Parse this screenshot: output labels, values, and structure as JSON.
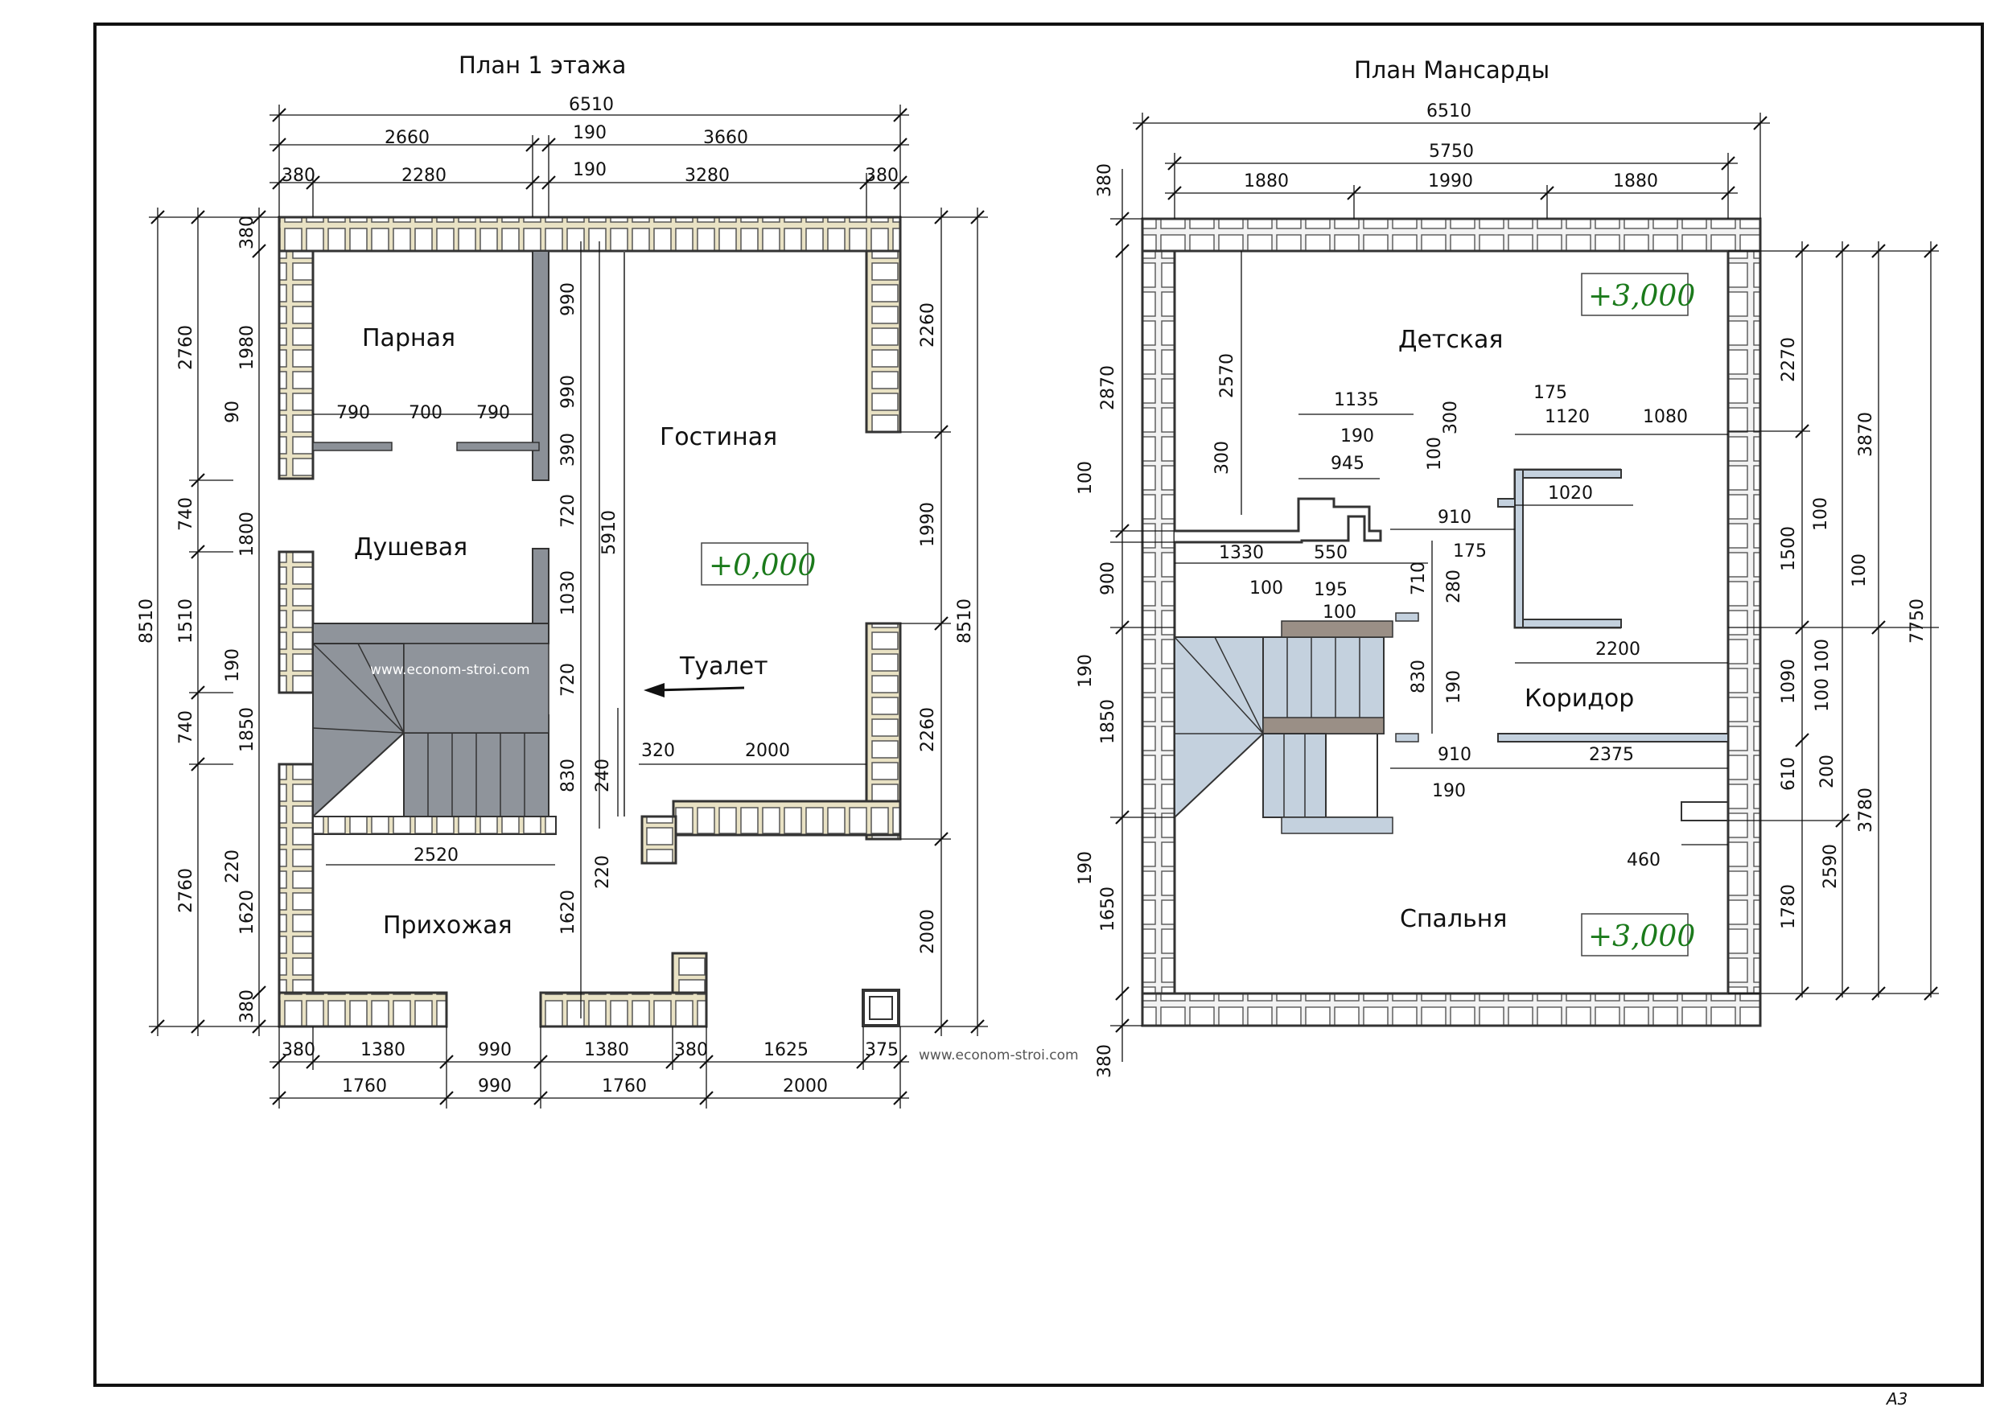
{
  "sheet": {
    "format": "А3",
    "watermark": "www.econom-stroi.com"
  },
  "colors": {
    "wall_block": "#e9e2c4",
    "wall_outline": "#333333",
    "partition": "#8b9097",
    "stair_ground": "#8f949b",
    "stair_attic": "#c4d1de",
    "level_mark": "#1b7a1b"
  },
  "icons": {
    "arrow": "left-arrow-icon"
  },
  "plan1": {
    "title": "План 1 этажа",
    "level": "+0,000",
    "rooms": {
      "sauna": "Парная",
      "shower": "Душевая",
      "living": "Гостиная",
      "toilet": "Туалет",
      "hall": "Прихожая"
    },
    "dims": {
      "top_total": "6510",
      "top_a": "2660",
      "top_b": "190",
      "top_c": "3660",
      "top_d": "380",
      "top_e": "2280",
      "top_f": "190",
      "top_g": "3280",
      "top_h": "380",
      "left_total": "8510",
      "left_a": "2760",
      "left_b": "740",
      "left_c": "1510",
      "left_d": "740",
      "left_e": "2760",
      "left_f": "380",
      "left_g": "1980",
      "left_h": "90",
      "left_i": "1800",
      "left_j": "190",
      "left_k": "1850",
      "left_l": "220",
      "left_m": "1620",
      "left_n": "380",
      "sauna_a": "790",
      "sauna_b": "700",
      "sauna_c": "790",
      "mid_a": "990",
      "mid_b": "990",
      "mid_c": "390",
      "mid_d": "720",
      "mid_e": "1030",
      "mid_f": "720",
      "mid_g": "830",
      "mid_h": "1620",
      "mid_i": "5910",
      "mid_j": "240",
      "mid_k": "220",
      "stair_w": "2520",
      "toilet_a": "320",
      "toilet_b": "2000",
      "right_total": "8510",
      "right_a": "2260",
      "right_b": "1990",
      "right_c": "2260",
      "right_d": "2000",
      "bottom_a": "380",
      "bottom_b": "1380",
      "bottom_c": "990",
      "bottom_d": "1380",
      "bottom_e": "380",
      "bottom_f": "1625",
      "bottom_g": "375",
      "bottom_h": "1760",
      "bottom_i": "990",
      "bottom_j": "1760",
      "bottom_k": "2000"
    }
  },
  "plan2": {
    "title": "План Мансарды",
    "level_top": "+3,000",
    "level_bottom": "+3,000",
    "rooms": {
      "kids": "Детская",
      "corridor": "Коридор",
      "bedroom": "Спальня"
    },
    "dims": {
      "top_total": "6510",
      "top_inner": "5750",
      "top_a": "1880",
      "top_b": "1990",
      "top_c": "1880",
      "left_a": "380",
      "left_b": "2870",
      "left_c": "100",
      "left_d": "900",
      "left_e": "190",
      "left_f": "1850",
      "left_g": "190",
      "left_h": "1650",
      "left_i": "380",
      "in_a": "2570",
      "in_b": "300",
      "in_c": "1135",
      "in_d": "190",
      "in_e": "945",
      "in_f": "100",
      "in_g": "300",
      "in_h": "175",
      "in_i": "1120",
      "in_j": "1080",
      "in_k": "1020",
      "in_l": "910",
      "in_m": "175",
      "in_n": "1330",
      "in_o": "550",
      "in_p": "100",
      "in_q": "195",
      "in_r": "710",
      "in_s": "280",
      "in_t": "100",
      "in_u": "2200",
      "in_v": "830",
      "in_w": "190",
      "in_x": "910",
      "in_y": "2375",
      "in_z": "190",
      "in_aa": "460",
      "right_a": "2270",
      "right_b": "1500",
      "right_c": "100",
      "right_d": "1090",
      "right_e": "100 100",
      "right_f": "610",
      "right_g": "1780",
      "right_h": "200",
      "right_i": "2590",
      "right_j": "100",
      "right_k": "3870",
      "right_l": "3780",
      "right_total": "7750"
    }
  }
}
